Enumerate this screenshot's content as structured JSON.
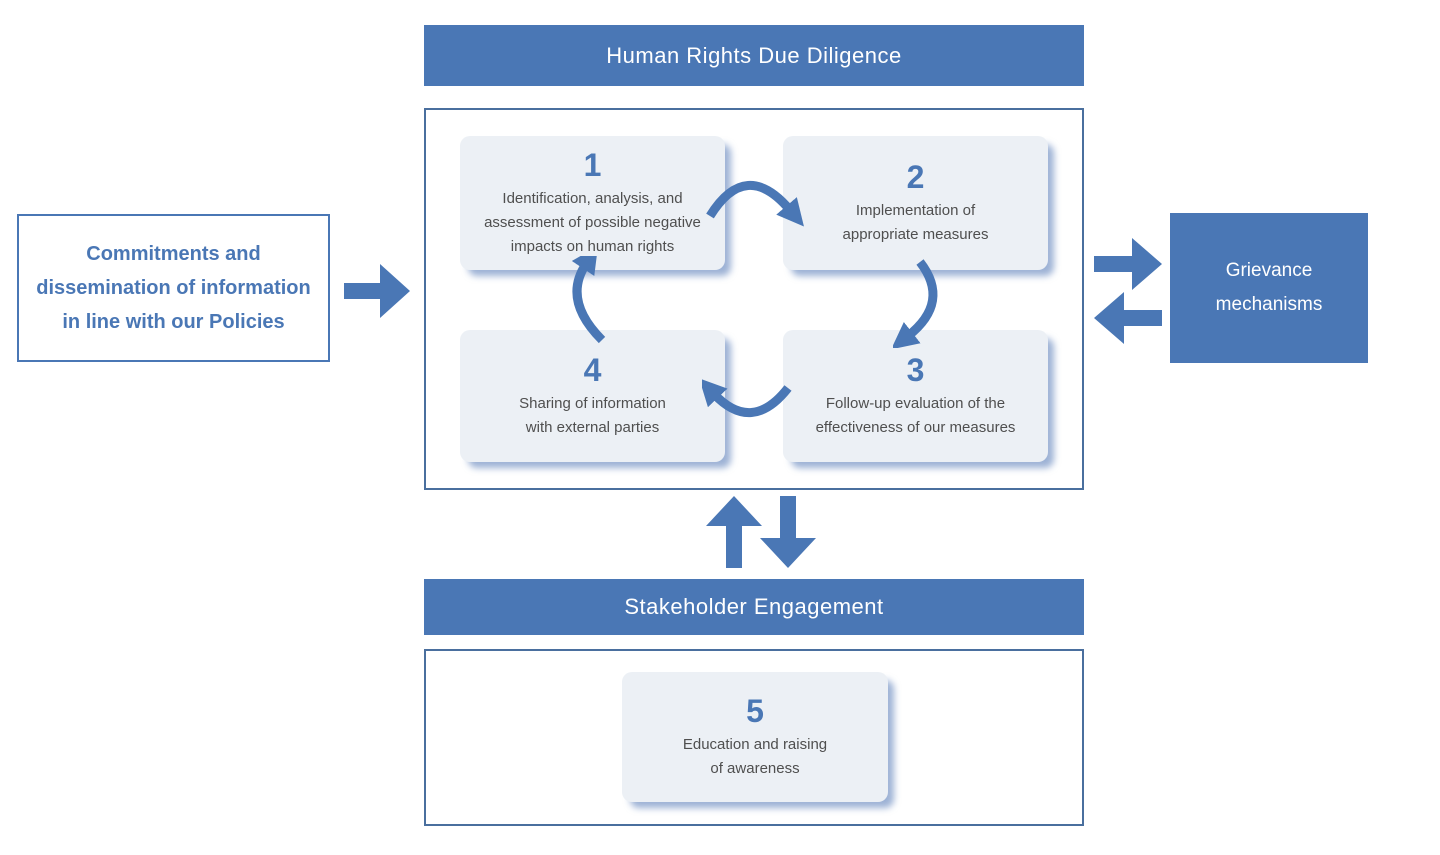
{
  "colors": {
    "accent": "#4a77b5",
    "container_border": "#4a6f9e",
    "card_bg": "#ecf0f5",
    "card_text": "#4f4f4f",
    "header_text": "#ffffff"
  },
  "headers": {
    "top": "Human Rights Due Diligence",
    "bottom": "Stakeholder Engagement"
  },
  "left_box": {
    "lines": [
      "Commitments and",
      "dissemination of information",
      "in line with our Policies"
    ]
  },
  "grievance_box": {
    "lines": [
      "Grievance",
      "mechanisms"
    ]
  },
  "cycle_steps": [
    {
      "number": "1",
      "lines": [
        "Identification, analysis, and",
        "assessment of possible negative",
        "impacts on human rights"
      ]
    },
    {
      "number": "2",
      "lines": [
        "Implementation of",
        "appropriate measures"
      ]
    },
    {
      "number": "3",
      "lines": [
        "Follow-up evaluation of the",
        "effectiveness of our measures"
      ]
    },
    {
      "number": "4",
      "lines": [
        "Sharing of information",
        "with external parties"
      ]
    }
  ],
  "bottom_step": {
    "number": "5",
    "lines": [
      "Education and raising",
      "of awareness"
    ]
  },
  "icons": {
    "left_to_cycle": "arrow-right",
    "cycle_to_grievance": "arrow-right",
    "grievance_to_cycle": "arrow-left",
    "cycle_to_stakeholder": "arrow-down",
    "stakeholder_to_cycle": "arrow-up",
    "step1_to_step2": "curved-arrow",
    "step2_to_step3": "curved-arrow",
    "step3_to_step4": "curved-arrow",
    "step4_to_step1": "curved-arrow"
  }
}
